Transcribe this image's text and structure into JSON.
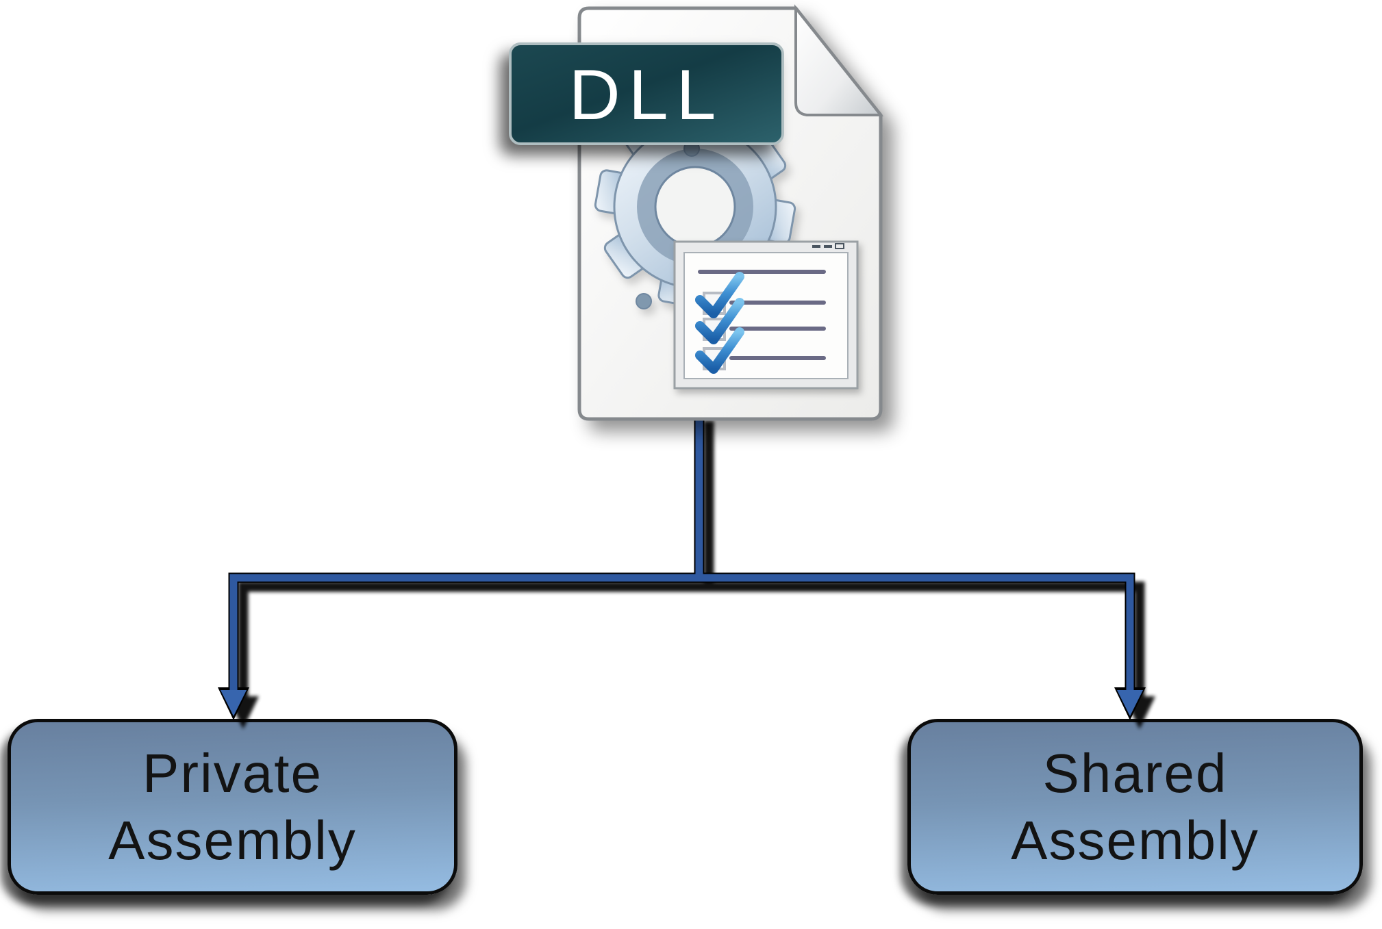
{
  "diagram": {
    "type": "tree",
    "nodes": {
      "dll_file": {
        "badge": "DLL",
        "icon": "dll-file-gear-checklist"
      },
      "private_assembly": {
        "line1": "Private",
        "line2": "Assembly"
      },
      "shared_assembly": {
        "line1": "Shared",
        "line2": "Assembly"
      }
    },
    "edges": [
      {
        "from": "dll_file",
        "to": "private_assembly"
      },
      {
        "from": "dll_file",
        "to": "shared_assembly"
      }
    ],
    "colors": {
      "connector_blue": "#2F59A0",
      "connector_shadow": "#000000",
      "badge_teal_dark": "#143C45",
      "badge_teal_light": "#2D626C",
      "badge_text": "#FFFFFF",
      "box_gradient_top": "#68809F",
      "box_gradient_bottom": "#95BCE2",
      "box_border": "#0B0B0B",
      "box_text": "#131313",
      "page_fill": "#FAFAF9",
      "page_border": "#85898D",
      "gear_light": "#F2F7FC",
      "gear_dark": "#A9C1D8",
      "checklist_line": "#6A6A85",
      "check_blue_light": "#7CC4EE",
      "check_blue_dark": "#1B5FA8"
    }
  }
}
